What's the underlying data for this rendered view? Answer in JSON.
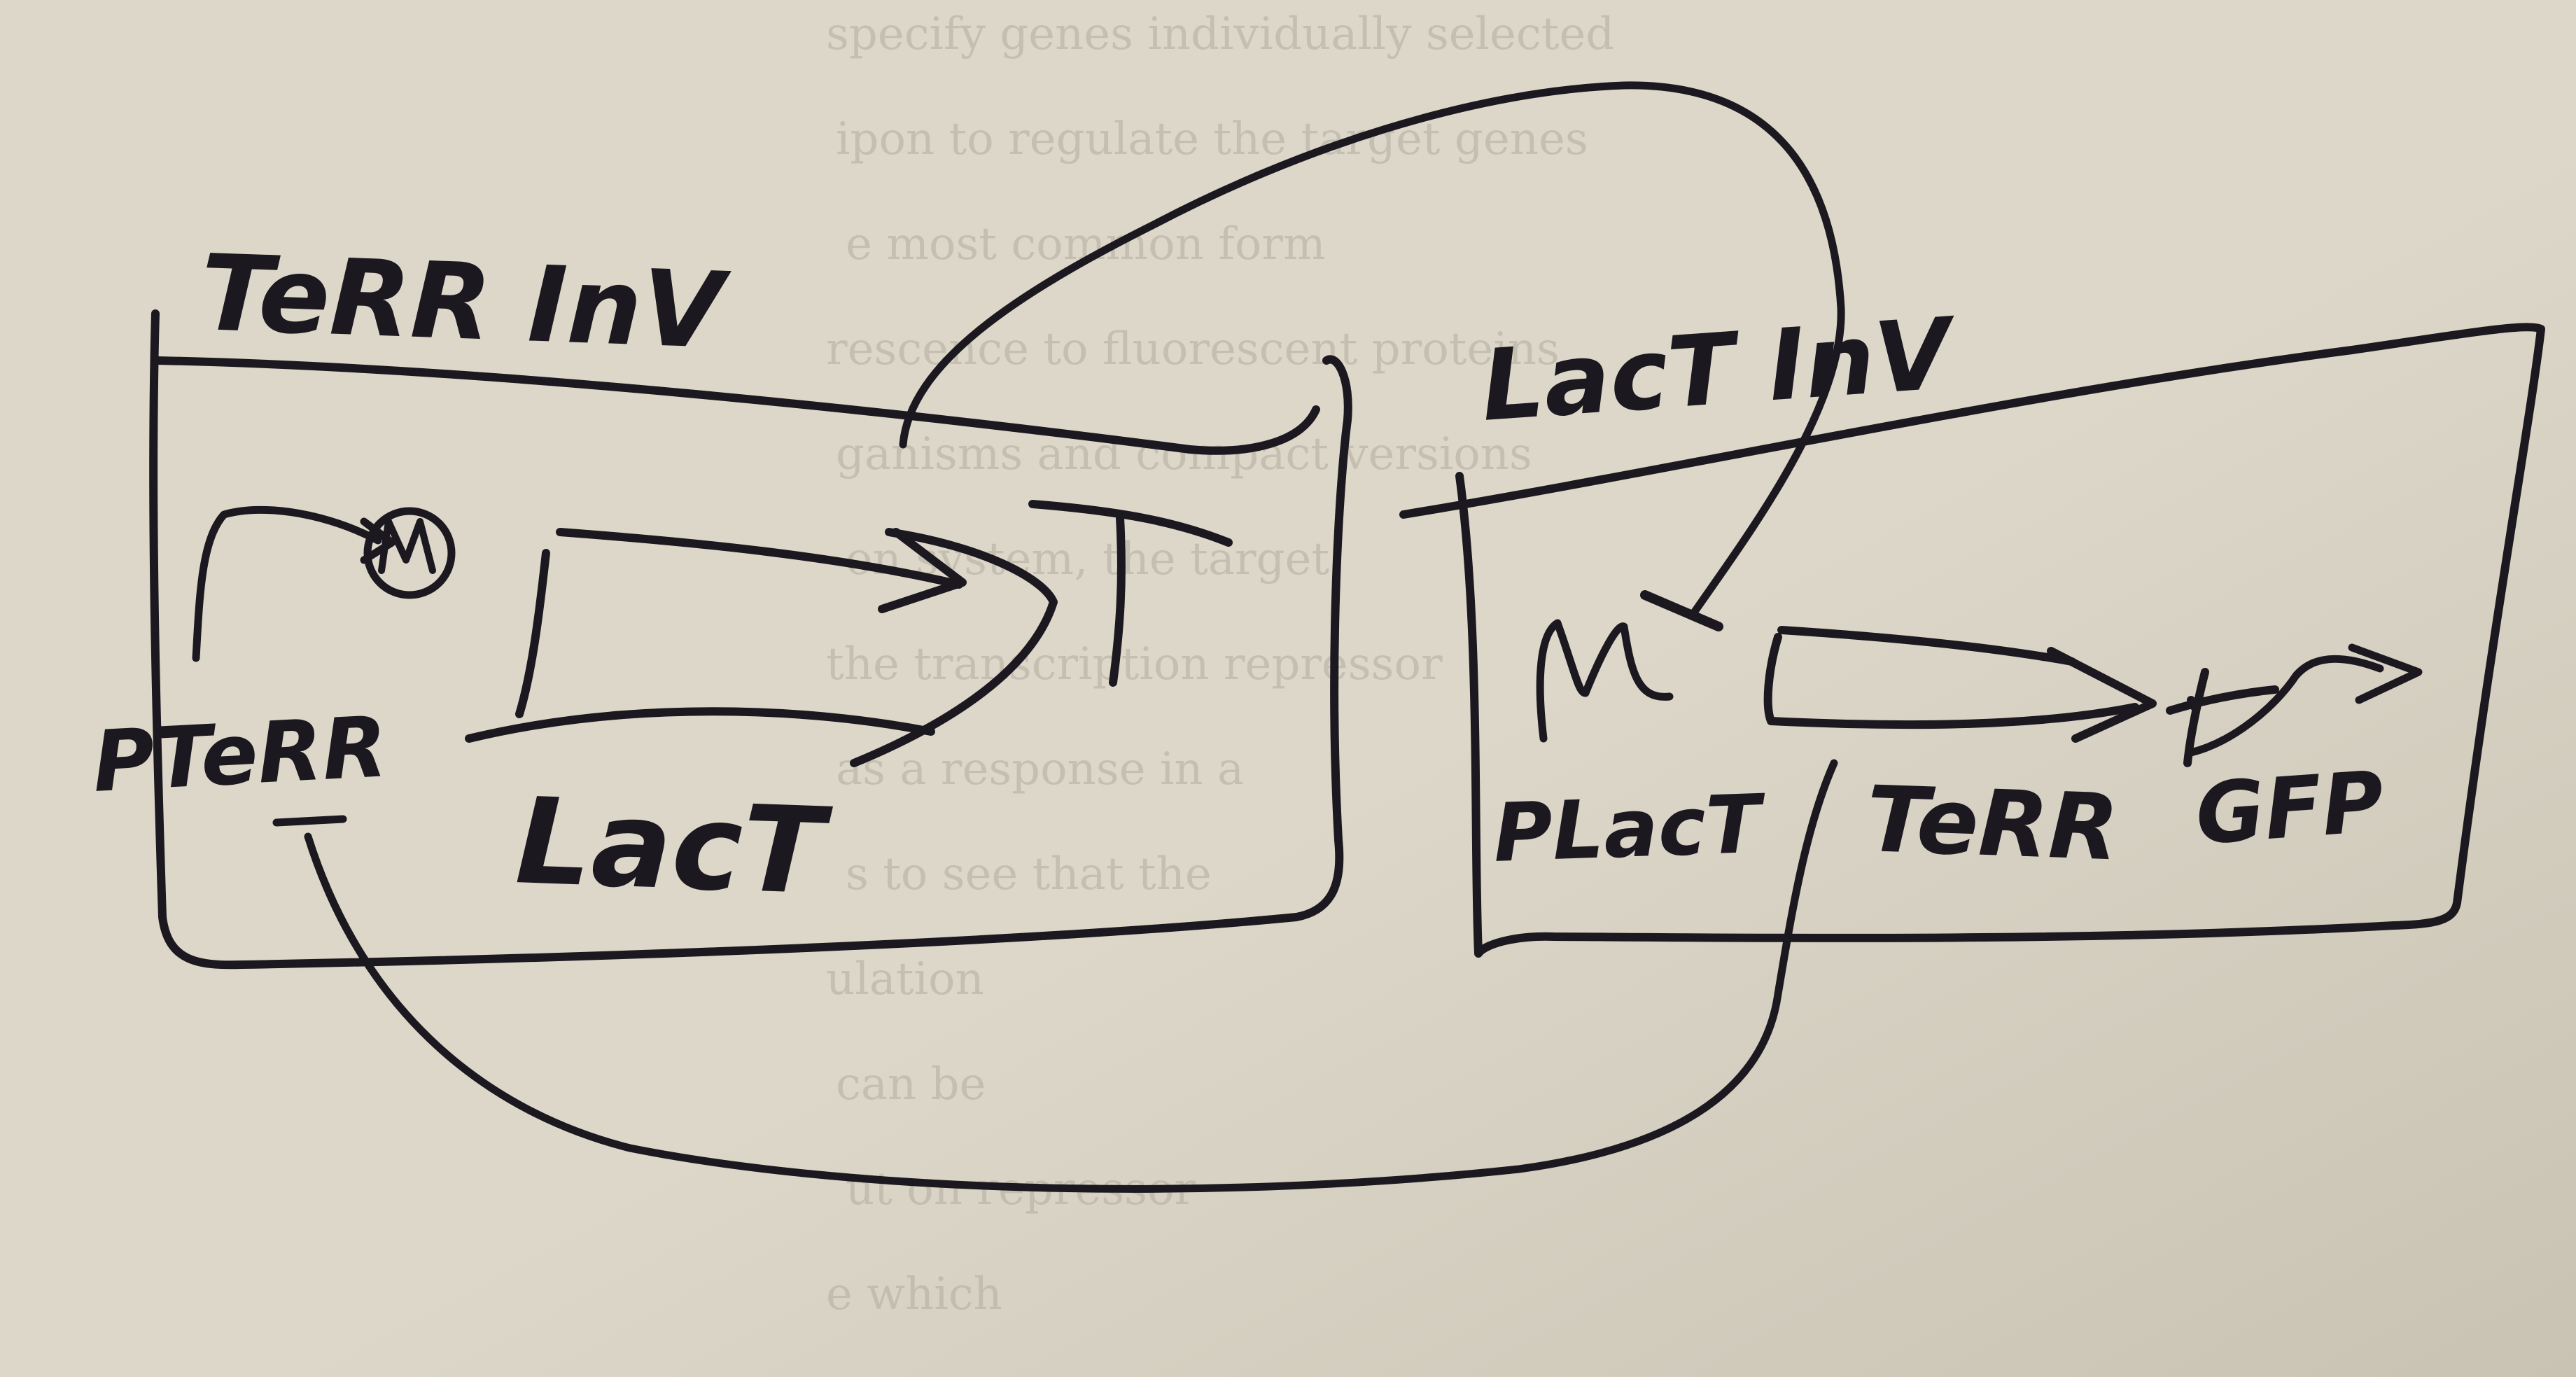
{
  "colors": {
    "paper": "#dcd7c9",
    "paper_shade": "#c9c3b3",
    "ink": "#1c1820",
    "bleed_text": "#a9a496"
  },
  "labels": {
    "terr_inv": "TeRR InV",
    "lact_inv": "LacT InV",
    "lact": "LacT",
    "t": "T",
    "m": "M",
    "p_terr": "PTeRR",
    "m_lower": "M",
    "p_lact": "PLacT",
    "terr": "TeRR",
    "gfp": "GFP"
  },
  "background_text_lines": [
    "specify genes individually selected",
    "ipon to regulate the target genes",
    "e most common form",
    "rescence to fluorescent proteins",
    "ganisms and compact versions",
    "on system, the target",
    "the transcription repressor",
    "as a response in a",
    "s to see that the",
    "ulation",
    "can be",
    "ut on repressor",
    "e which"
  ]
}
